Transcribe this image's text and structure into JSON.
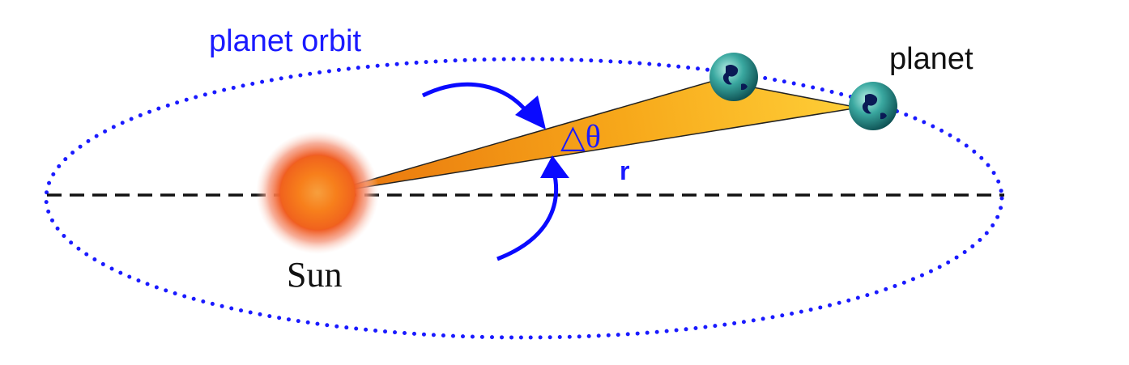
{
  "labels": {
    "orbit": "planet orbit",
    "planet": "planet",
    "sun": "Sun",
    "delta_theta": "△θ",
    "radius": "r"
  },
  "colors": {
    "orbit_dots": "#1a1aff",
    "arrows": "#0a0aff",
    "major_axis": "#111111",
    "swept_area_light": "#ffd23a",
    "swept_area_dark": "#e8720c",
    "sun_core": "#ffcc00",
    "sun_edge": "#e04a10",
    "planet_ocean": "#3aa8a0",
    "planet_land": "#0a1a55"
  },
  "icons": {
    "sun": "sun-icon",
    "planet": "earth-globe-icon"
  }
}
